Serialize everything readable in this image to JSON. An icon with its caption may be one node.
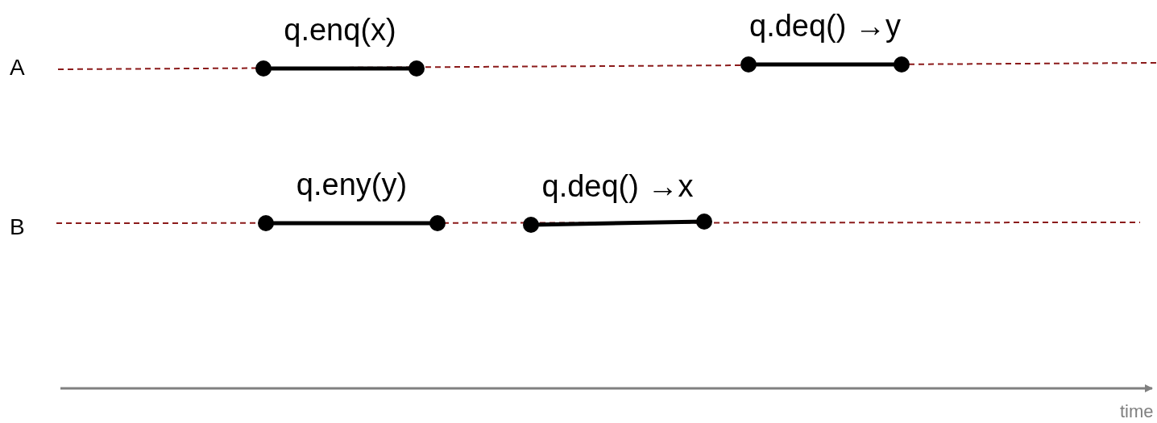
{
  "diagram": {
    "nodes": [
      {
        "text": [
          "q.enq(x)"
        ]
      },
      {
        "text": [
          "q.deq() →y"
        ]
      },
      {
        "text": [
          "q.eny(y)"
        ]
      },
      {
        "text": [
          "q.deq() →x"
        ]
      }
    ],
    "labels": [
      "A",
      "B",
      "time"
    ]
  }
}
